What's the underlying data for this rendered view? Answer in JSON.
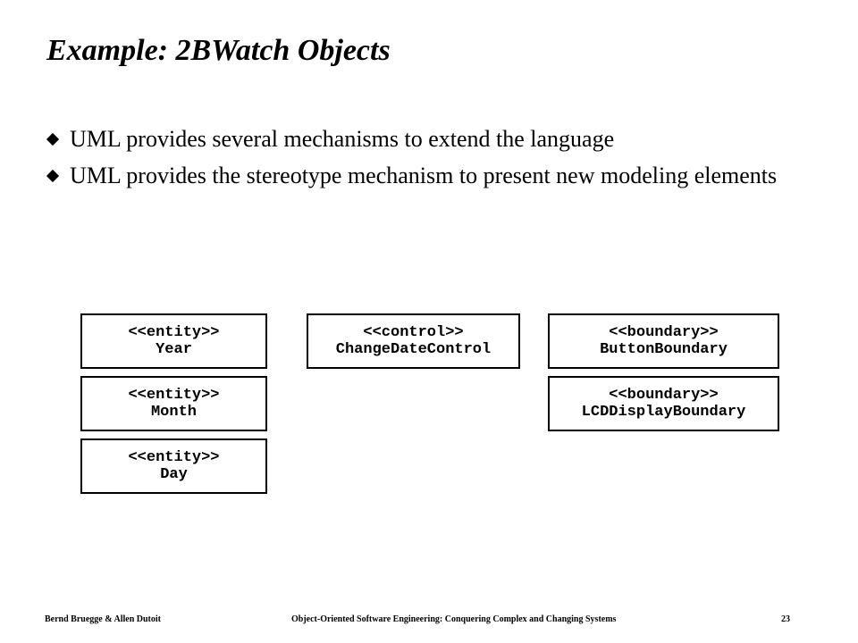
{
  "slide": {
    "title": "Example: 2BWatch Objects",
    "bullets": [
      "UML provides several mechanisms to extend the language",
      "UML provides the stereotype mechanism to present new modeling elements"
    ]
  },
  "diagram": {
    "objects": [
      {
        "stereotype": "<<entity>>",
        "name": "Year"
      },
      {
        "stereotype": "<<entity>>",
        "name": "Month"
      },
      {
        "stereotype": "<<entity>>",
        "name": "Day"
      },
      {
        "stereotype": "<<control>>",
        "name": "ChangeDateControl"
      },
      {
        "stereotype": "<<boundary>>",
        "name": "ButtonBoundary"
      },
      {
        "stereotype": "<<boundary>>",
        "name": "LCDDisplayBoundary"
      }
    ]
  },
  "footer": {
    "authors": "Bernd Bruegge & Allen Dutoit",
    "book": "Object-Oriented Software Engineering: Conquering Complex and Changing Systems",
    "page": "23"
  }
}
